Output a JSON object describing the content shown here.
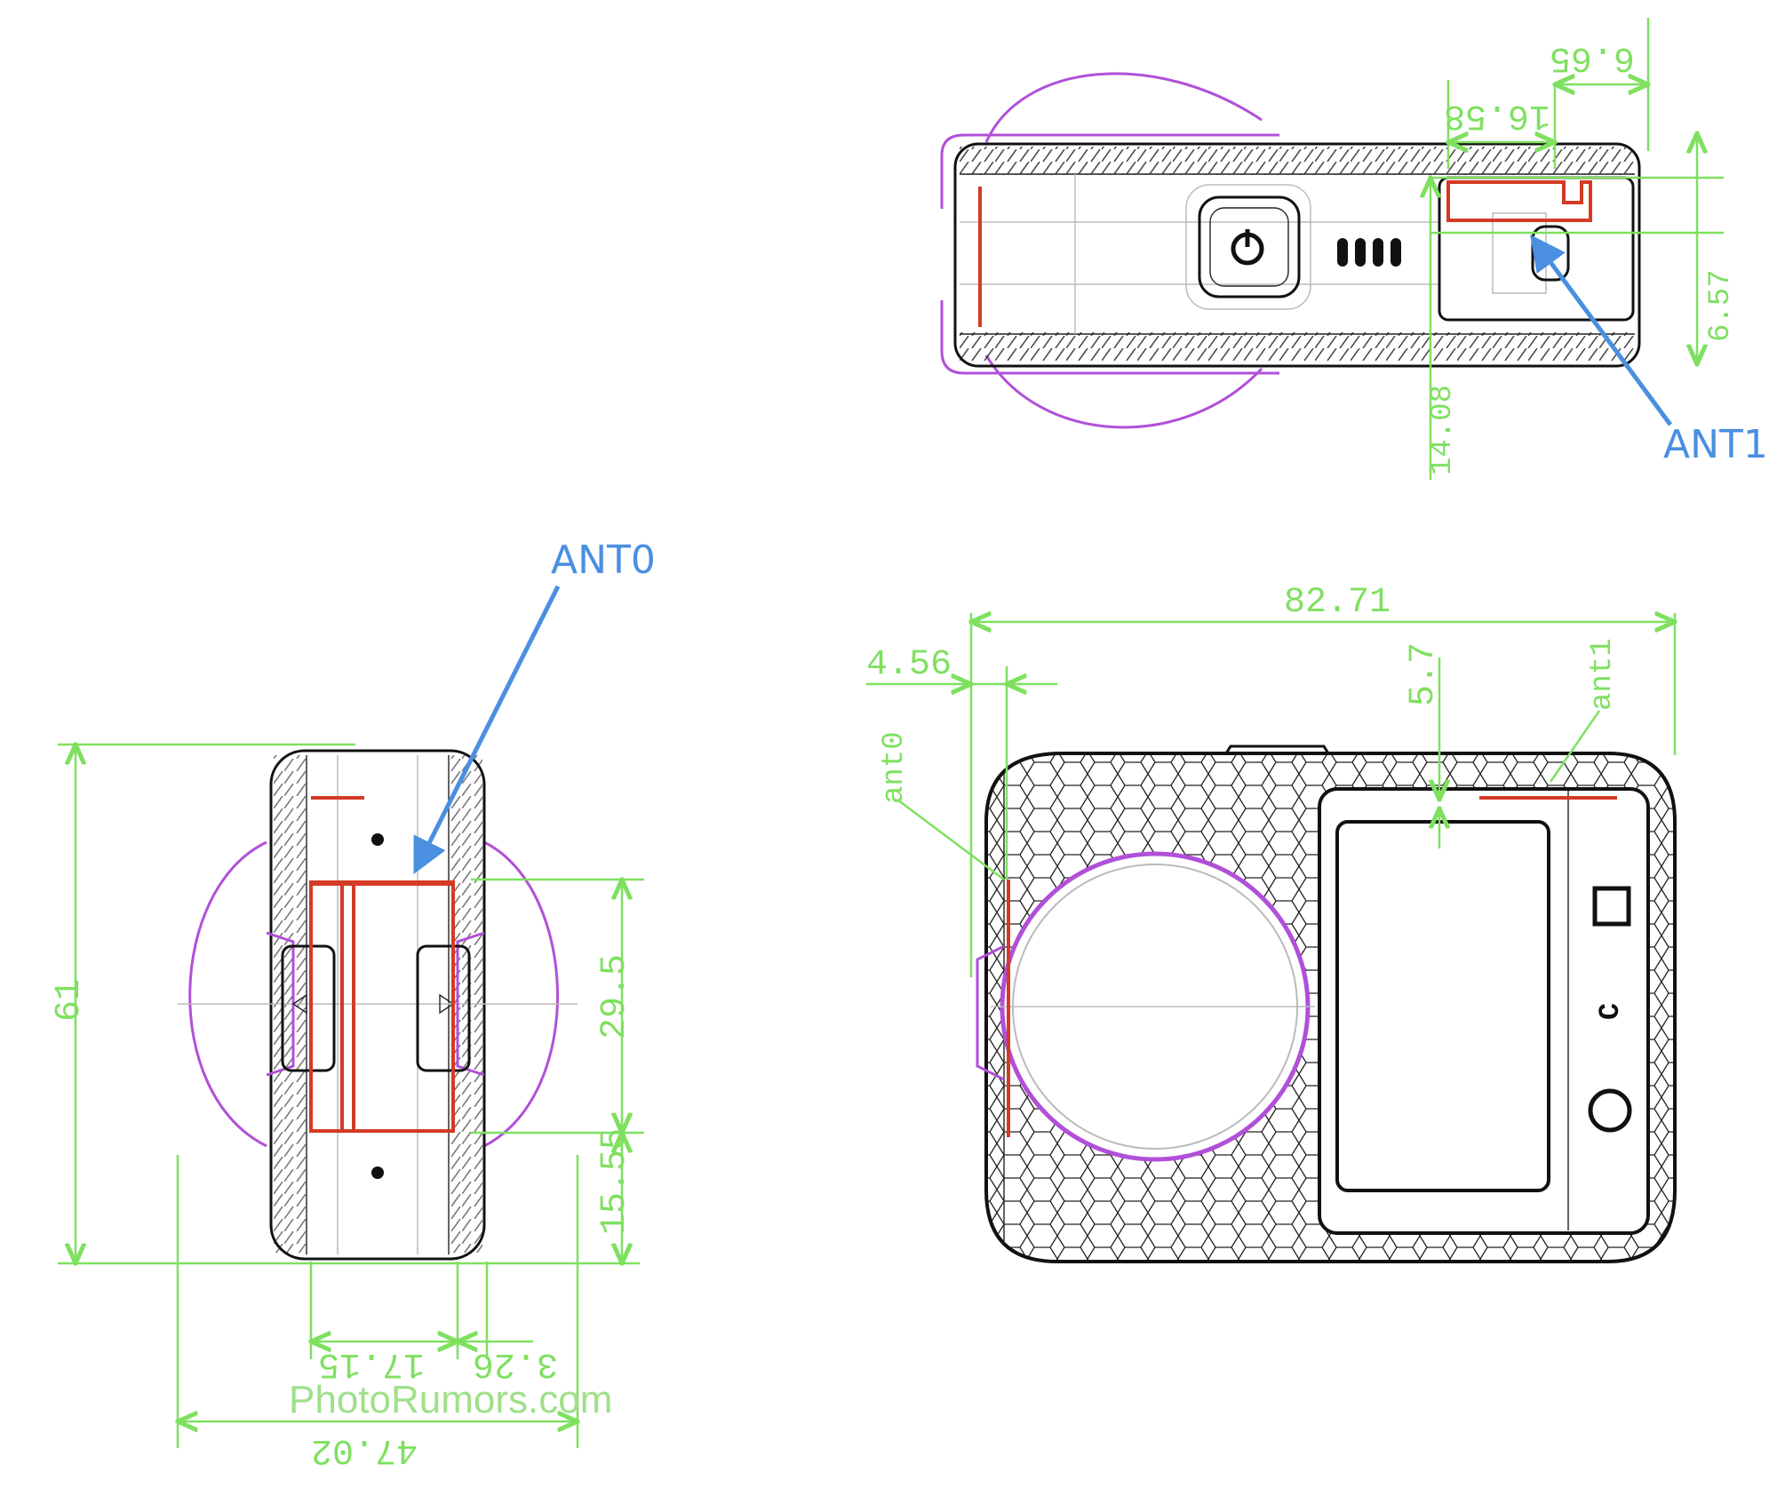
{
  "top_view": {
    "dimensions": [
      "6.65",
      "16.58",
      "6.57",
      "14.08"
    ],
    "callout": "ANT1"
  },
  "side_view": {
    "dimensions": [
      "61",
      "29.5",
      "15.55",
      "17.15",
      "3.26",
      "47.02"
    ],
    "callout": "ANT0"
  },
  "front_view": {
    "dimensions": [
      "82.71",
      "4.56",
      "5.7"
    ],
    "labels": [
      "ant0",
      "ant1"
    ],
    "button_symbol": "C"
  },
  "watermark": "PhotoRumors.com",
  "colors": {
    "dimension": "#7fe060",
    "outline": "#111111",
    "antenna": "#d43a26",
    "lens_cover": "#b050d8",
    "callout": "#4a8fe0"
  }
}
